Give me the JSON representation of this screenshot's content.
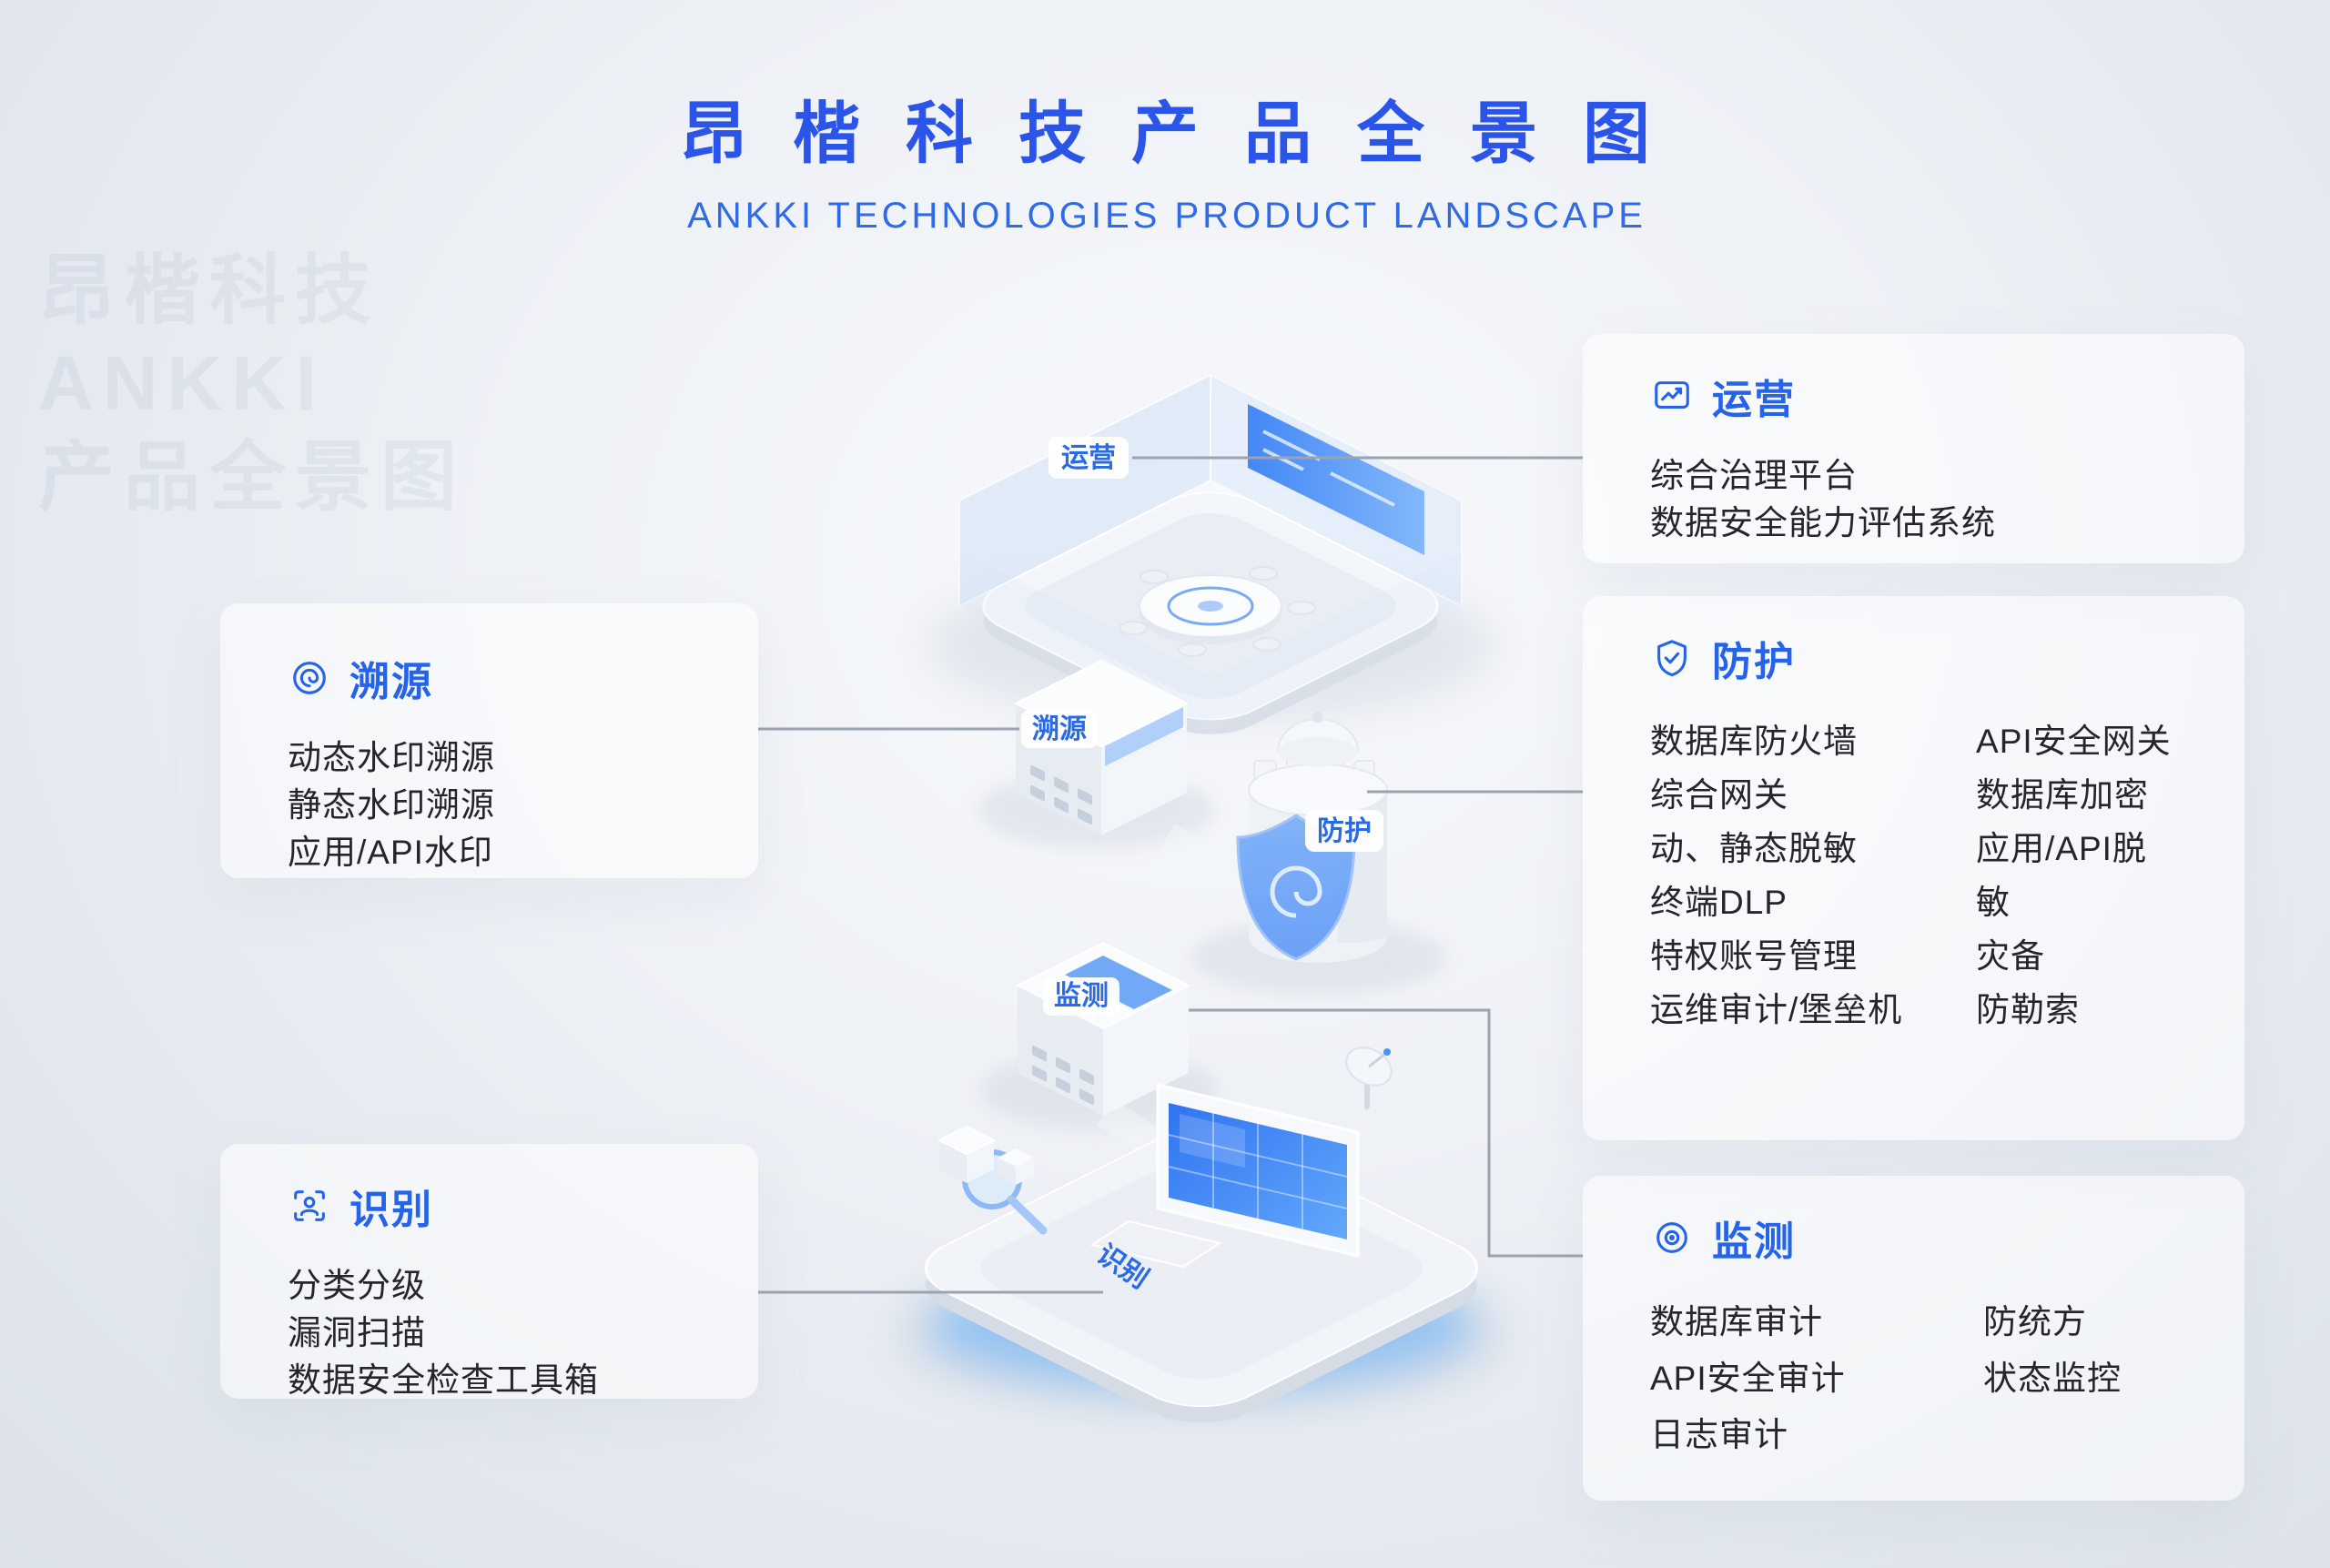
{
  "header": {
    "title": "昂楷科技产品全景图",
    "subtitle": "ANKKI TECHNOLOGIES PRODUCT LANDSCAPE"
  },
  "watermark": {
    "lines": [
      "昂楷科技",
      "ANKKI",
      "产品全景图"
    ]
  },
  "cards": {
    "operations": {
      "label": "运营",
      "items": [
        "综合治理平台",
        "数据安全能力评估系统"
      ]
    },
    "protection": {
      "label": "防护",
      "col1": [
        "数据库防火墙",
        "综合网关",
        "动、静态脱敏",
        "终端DLP",
        "特权账号管理",
        "运维审计/堡垒机"
      ],
      "col2": [
        "API安全网关",
        "数据库加密",
        "应用/API脱敏",
        "灾备",
        "防勒索"
      ]
    },
    "monitoring": {
      "label": "监测",
      "col1": [
        "数据库审计",
        "API安全审计",
        "日志审计"
      ],
      "col2": [
        "防统方",
        "状态监控"
      ]
    },
    "traceability": {
      "label": "溯源",
      "items": [
        "动态水印溯源",
        "静态水印溯源",
        "应用/API水印"
      ]
    },
    "identification": {
      "label": "识别",
      "items": [
        "分类分级",
        "漏洞扫描",
        "数据安全检查工具箱"
      ]
    }
  },
  "illustration": {
    "labels": {
      "operations": "运营",
      "traceability": "溯源",
      "protection": "防护",
      "monitoring": "监测",
      "identification": "识别"
    }
  },
  "colors": {
    "accent": "#2463ea",
    "title_blue": "#2a55e8",
    "text": "#24262c",
    "connector": "#9aa3af",
    "screen_blue": "#2f74f0",
    "glow_blue": "#41a0ff"
  }
}
